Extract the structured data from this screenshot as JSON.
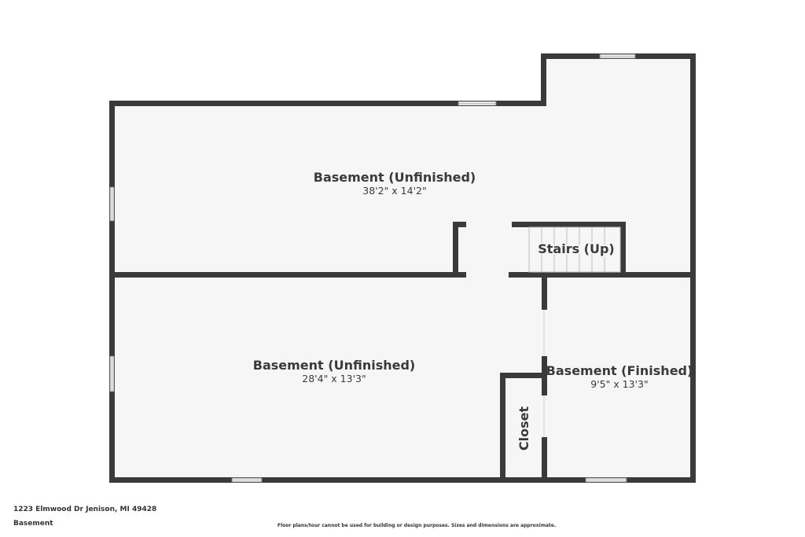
{
  "rooms": {
    "upper_basement": {
      "name": "Basement (Unfinished)",
      "dims": "38'2\" x 14'2\""
    },
    "stairs": {
      "name": "Stairs (Up)"
    },
    "lower_basement": {
      "name": "Basement (Unfinished)",
      "dims": "28'4\" x 13'3\""
    },
    "finished_basement": {
      "name": "Basement (Finished)",
      "dims": "9'5\" x 13'3\""
    },
    "closet": {
      "name": "Closet"
    }
  },
  "footer": {
    "address": "1223 Elmwood Dr Jenison, MI 49428",
    "level": "Basement",
    "disclaimer": "Floor plans/tour cannot be used for building or design purposes. Sizes and dimensions are approximate."
  },
  "colors": {
    "wall": "#3a3a3a",
    "floor": "#f6f6f6",
    "window": "#ffffff",
    "text": "#3a3a3a"
  }
}
